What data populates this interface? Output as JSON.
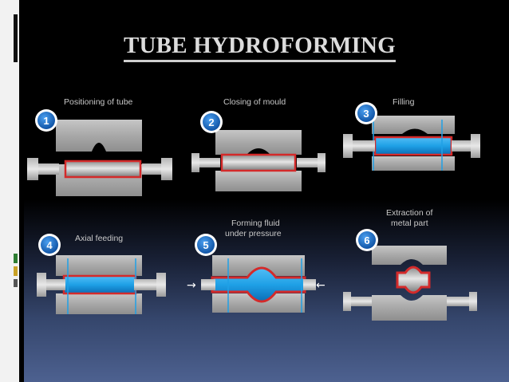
{
  "title": "TUBE HYDROFORMING",
  "steps": [
    {
      "number": "1",
      "label": "Positioning of tube"
    },
    {
      "number": "2",
      "label": "Closing of mould"
    },
    {
      "number": "3",
      "label": "Filling"
    },
    {
      "number": "4",
      "label": "Axial feeding"
    },
    {
      "number": "5",
      "label_line1": "Forming fluid",
      "label_line2": "under pressure"
    },
    {
      "number": "6",
      "label_line1": "Extraction of",
      "label_line2": "metal part"
    }
  ],
  "arrows": {
    "left": "→",
    "right": "←"
  },
  "colors": {
    "fluid": "#1fa0e6",
    "tube": "#d42a2a",
    "die": "#a9a9a9",
    "badge": "#1565c0"
  },
  "icons": [
    "step-number-badge",
    "push-arrow-icon"
  ]
}
